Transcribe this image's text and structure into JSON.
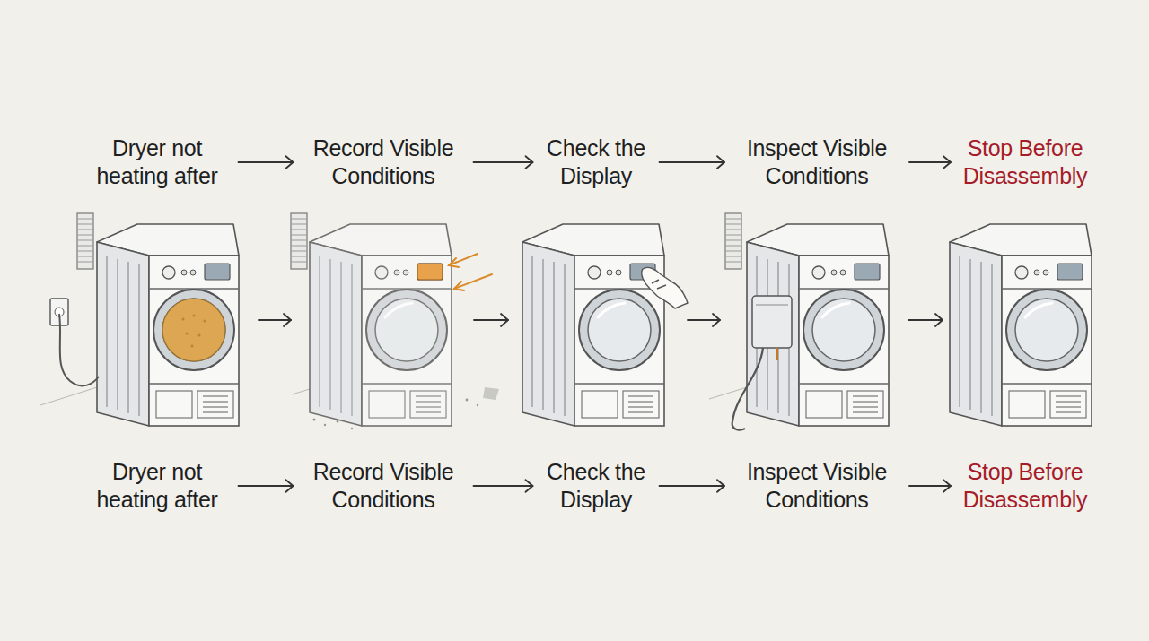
{
  "diagram": {
    "nodes": [
      {
        "text": [
          "Dryer not heating after"
        ]
      },
      {
        "text": [
          "Record Visible Conditions"
        ]
      },
      {
        "text": [
          "Check the Display"
        ]
      },
      {
        "text": [
          "Inspect Visible Conditions"
        ]
      },
      {
        "text": [
          "Stop Before Disassembly"
        ]
      },
      {
        "text": [
          "Dryer not heating after"
        ]
      },
      {
        "text": [
          "Record Visible Conditions"
        ]
      },
      {
        "text": [
          "Check the Display"
        ]
      },
      {
        "text": [
          "Inspect Visible Conditions"
        ]
      },
      {
        "text": [
          "Stop Before Disassembly"
        ]
      }
    ],
    "edges": [
      {
        "from": 0,
        "to": 1,
        "arrow": "to"
      },
      {
        "from": 1,
        "to": 2,
        "arrow": "to"
      },
      {
        "from": 2,
        "to": 3,
        "arrow": "to"
      },
      {
        "from": 3,
        "to": 4,
        "arrow": "to"
      },
      {
        "from": 5,
        "to": 6,
        "arrow": "to"
      },
      {
        "from": 6,
        "to": 7,
        "arrow": "to"
      },
      {
        "from": 7,
        "to": 8,
        "arrow": "to"
      },
      {
        "from": 8,
        "to": 9,
        "arrow": "to"
      }
    ]
  }
}
